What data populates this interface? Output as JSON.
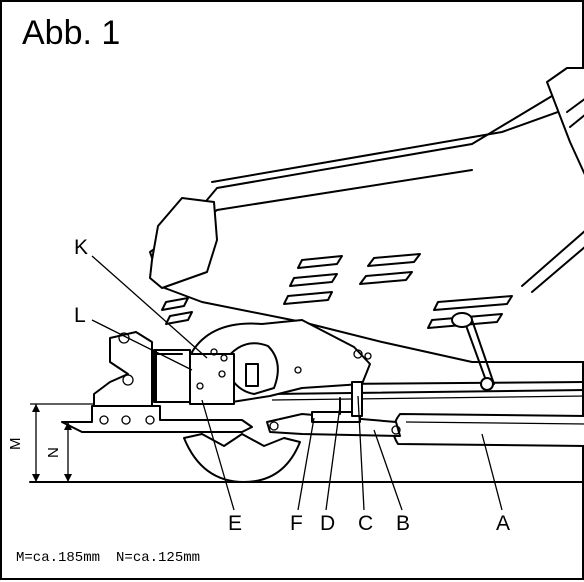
{
  "figure": {
    "title": "Abb. 1",
    "dimension_labels": [
      "M",
      "N"
    ],
    "callouts": [
      "K",
      "L",
      "E",
      "F",
      "D",
      "C",
      "B",
      "A"
    ],
    "footer": {
      "m_value": "M=ca.185mm",
      "n_value": "N=ca.125mm"
    }
  }
}
